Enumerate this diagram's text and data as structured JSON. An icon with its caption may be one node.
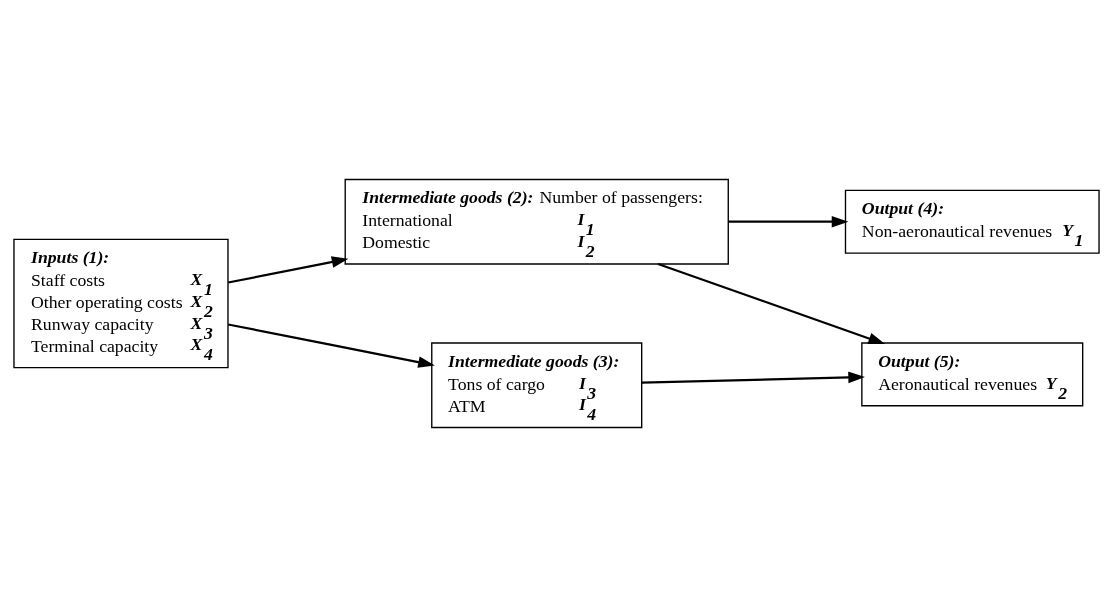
{
  "diagram": {
    "nodes": [
      {
        "text": [
          "Inputs (1):",
          "Staff costs",
          "X$_{1}$",
          "Other operating costs",
          "X$_{2}$",
          "Runway capacity",
          "X$_{3}$",
          "Terminal capacity",
          "X$_{4}$"
        ]
      },
      {
        "text": [
          "Intermediate goods (2):",
          "Number of passengers:",
          "International",
          "I$_{1}$",
          "Domestic",
          "I$_{2}$"
        ]
      },
      {
        "text": [
          "Intermediate goods (3):",
          "Tons of cargo",
          "I$_{3}$",
          "ATM",
          "I$_{4}$"
        ]
      },
      {
        "text": [
          "Output (4):",
          "Non-aeronautical revenues",
          "Y$_{1}$"
        ]
      },
      {
        "text": [
          "Output (5):",
          "Aeronautical revenues",
          "Y$_{2}$"
        ]
      }
    ],
    "edges": [
      {
        "from": 0,
        "to": 1,
        "arrow": "to"
      },
      {
        "from": 0,
        "to": 2,
        "arrow": "to"
      },
      {
        "from": 1,
        "to": 3,
        "arrow": "to"
      },
      {
        "from": 1,
        "to": 4,
        "arrow": "to"
      },
      {
        "from": 2,
        "to": 4,
        "arrow": "to"
      }
    ]
  }
}
